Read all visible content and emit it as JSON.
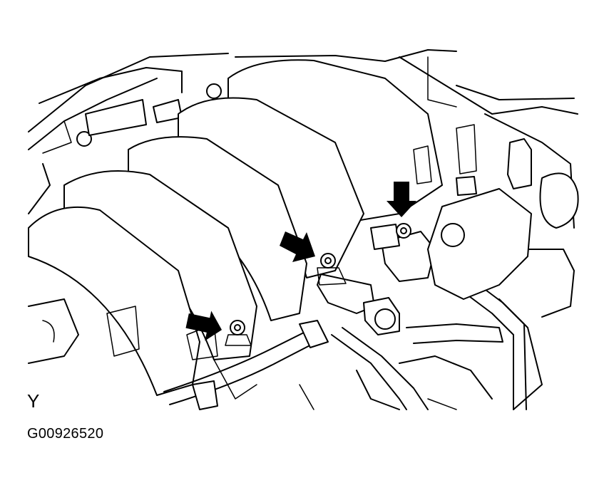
{
  "figure": {
    "view_letter": "Y",
    "figure_code": "G00926520"
  },
  "callouts": {
    "arrow_count": 3,
    "arrow_color": "#000000"
  },
  "icons": {
    "callout_arrow": "arrow-icon",
    "bolt": "bolt-icon"
  }
}
